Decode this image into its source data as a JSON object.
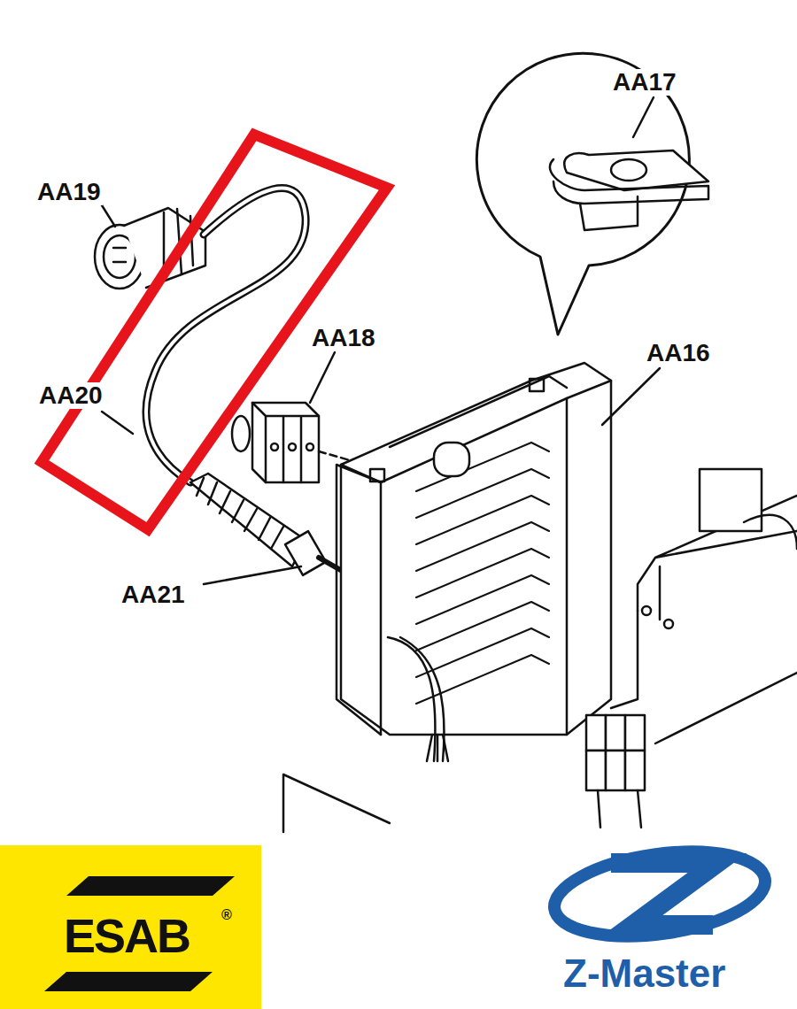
{
  "diagram": {
    "labels": [
      "AA19",
      "AA17",
      "AA18",
      "AA16",
      "AA20",
      "AA21",
      "ESAB",
      "®",
      "Z-Master"
    ]
  }
}
